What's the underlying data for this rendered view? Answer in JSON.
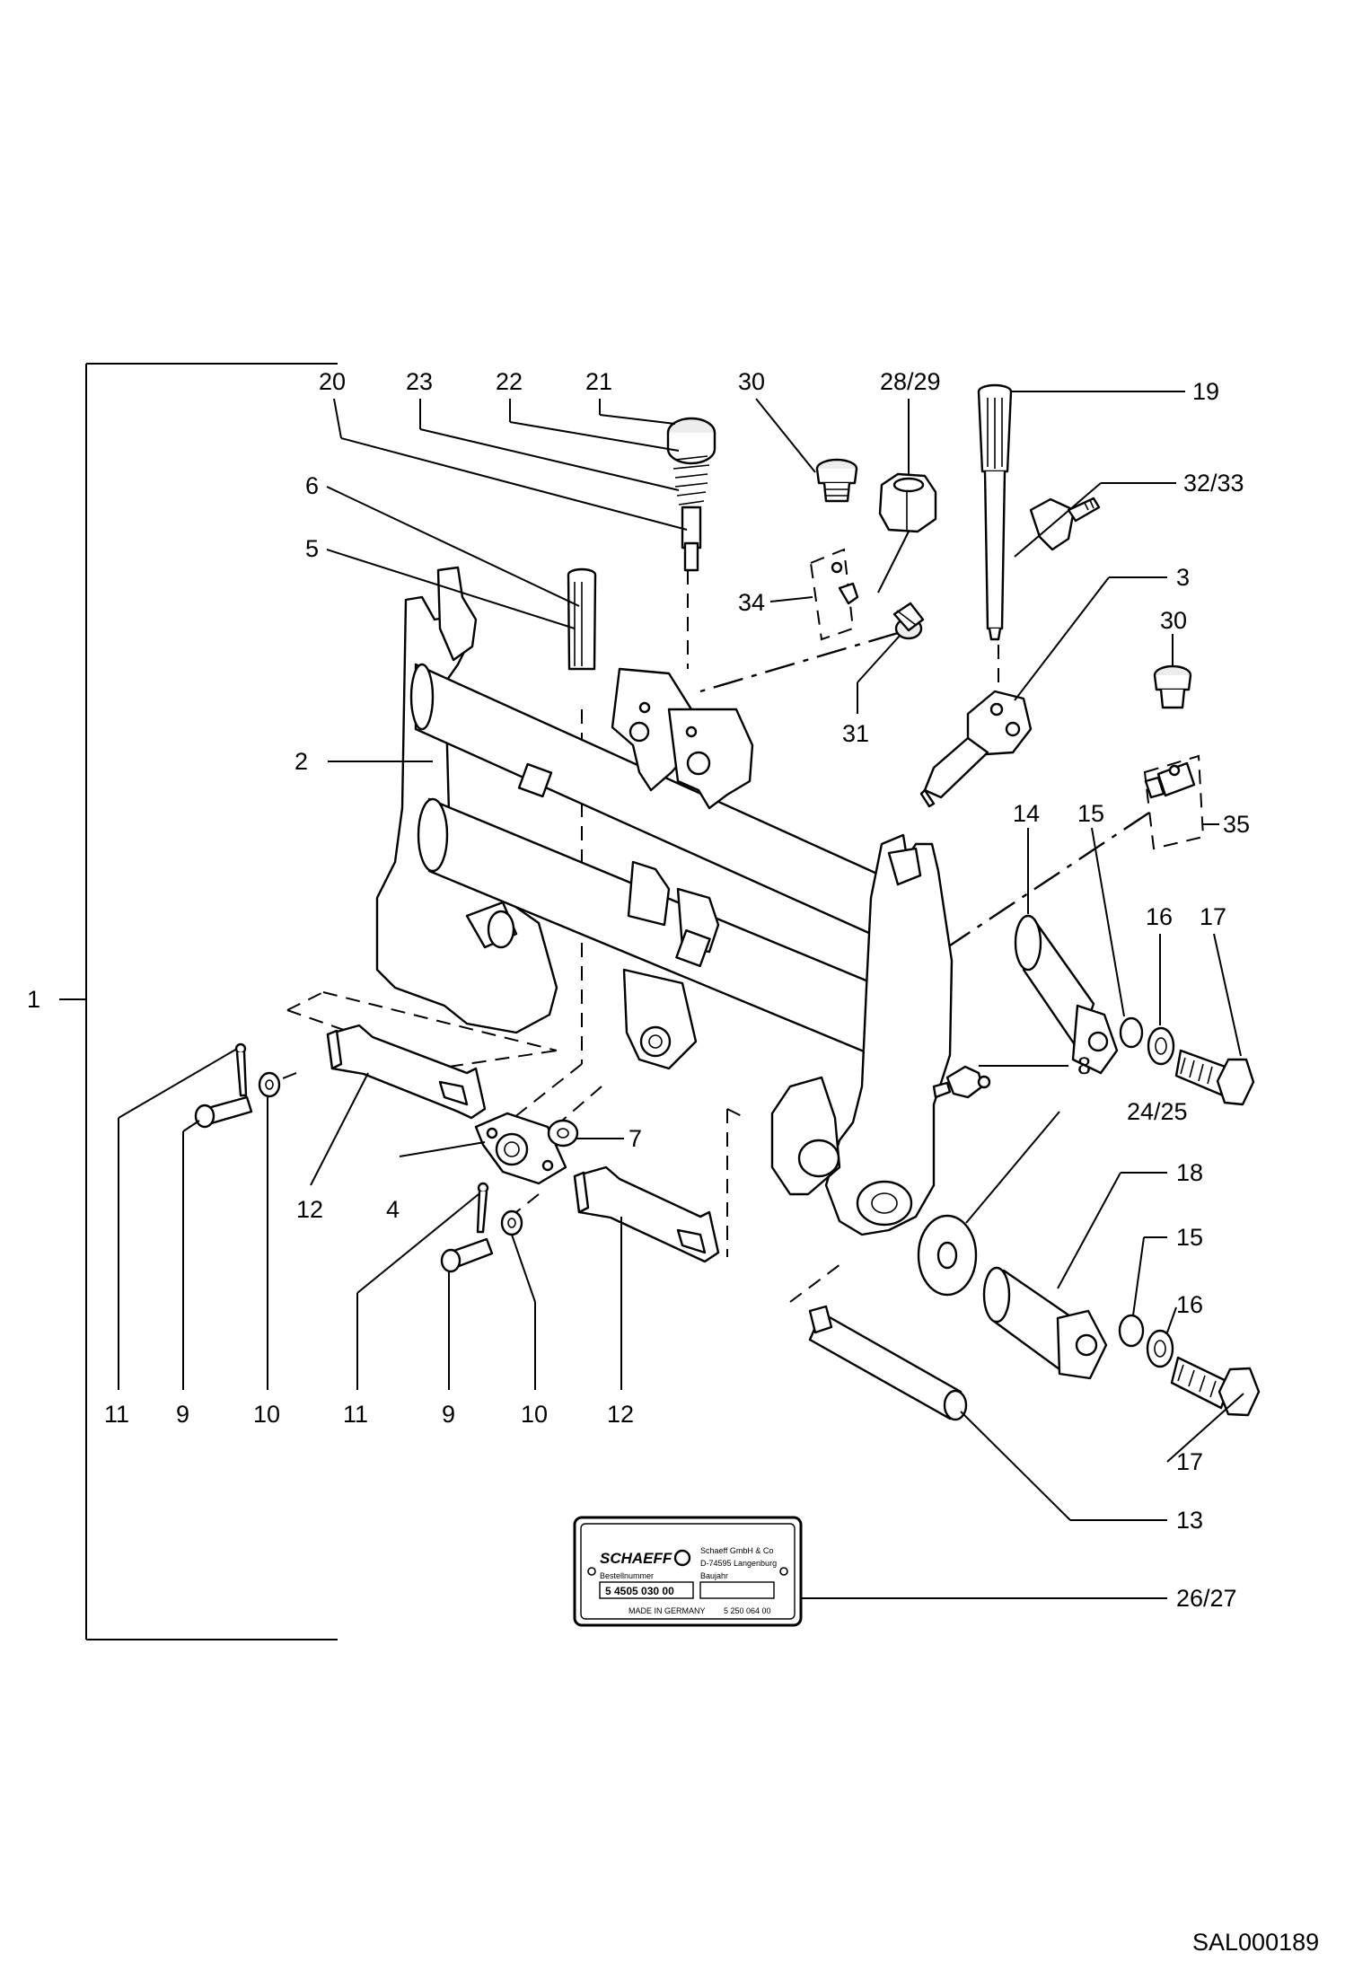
{
  "callouts": {
    "c1": "1",
    "c2": "2",
    "c3": "3",
    "c4": "4",
    "c5": "5",
    "c6": "6",
    "c7": "7",
    "c8": "8",
    "c9a": "9",
    "c9b": "9",
    "c10a": "10",
    "c10b": "10",
    "c11a": "11",
    "c11b": "11",
    "c12a": "12",
    "c12b": "12",
    "c13": "13",
    "c14": "14",
    "c15a": "15",
    "c15b": "15",
    "c16a": "16",
    "c16b": "16",
    "c17a": "17",
    "c17b": "17",
    "c18": "18",
    "c19": "19",
    "c20": "20",
    "c21": "21",
    "c22": "22",
    "c23": "23",
    "c2425": "24/25",
    "c2627": "26/27",
    "c2829": "28/29",
    "c30a": "30",
    "c30b": "30",
    "c31": "31",
    "c3233": "32/33",
    "c34": "34",
    "c35": "35"
  },
  "nameplate": {
    "brand": "SCHAEFF",
    "address_line1": "Schaeff GmbH & Co",
    "address_line2": "D-74595 Langenburg",
    "field_label_left": "Bestellnummer",
    "field_label_right": "Baujahr",
    "part_number": "5 4505 030 00",
    "footer_left": "MADE IN GERMANY",
    "footer_right": "5 250 064 00"
  },
  "footer": {
    "code": "SAL000189"
  }
}
